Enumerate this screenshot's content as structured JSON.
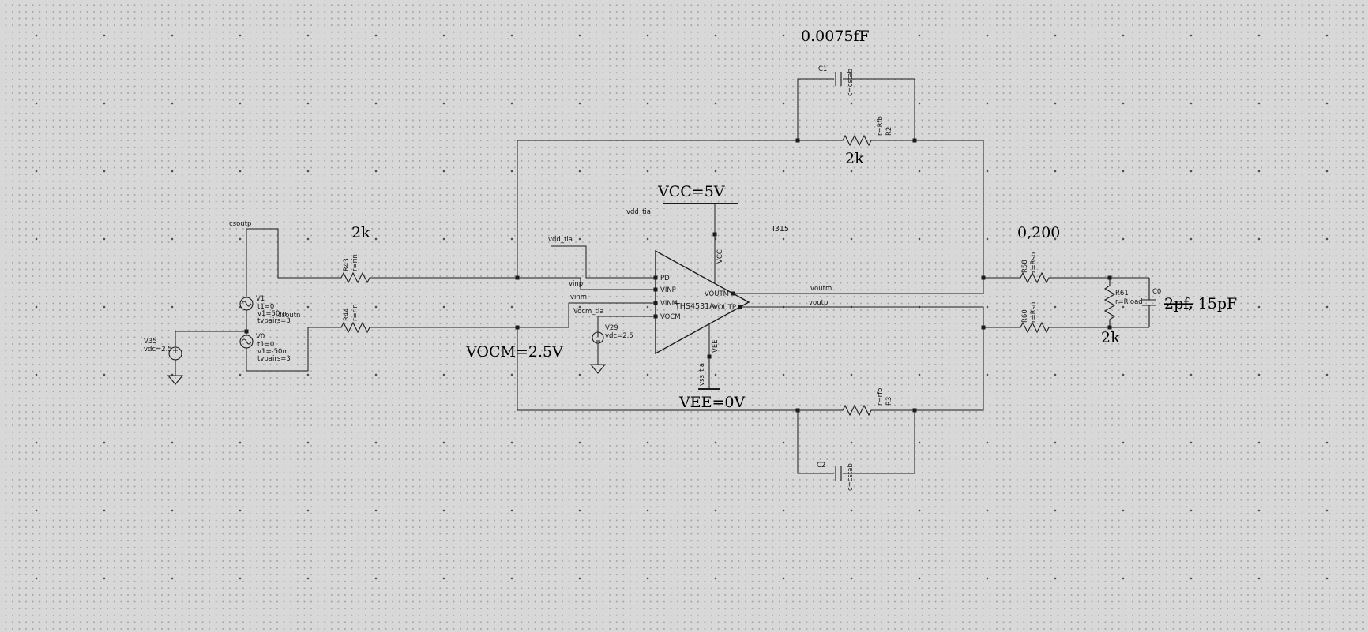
{
  "canvas": {
    "background": "#d8d8d8",
    "wire_color": "#1c1c1c"
  },
  "annotations": {
    "cstab_value": "0.0075fF",
    "rfb_value": "2k",
    "rin_value": "2k",
    "vcc": "VCC=5V",
    "vee": "VEE=0V",
    "vocm": "VOCM=2.5V",
    "rso_value": "0,200",
    "rload_value": "2k",
    "cload_old": "2pf,",
    "cload_new": "15pF"
  },
  "nets": {
    "csoutp": "csoutp",
    "csoutn": "csoutn",
    "vinp": "vinp",
    "vinm": "vinm",
    "voutm": "voutm",
    "voutp": "voutp",
    "vdd_tia_pd": "vdd_tia",
    "vdd_tia_supply": "vdd_tia",
    "vss_tia": "vss_tia",
    "vocm_tia": "Vocm_tia"
  },
  "amplifier": {
    "device": "THS4531A",
    "instance": "I315",
    "pins": {
      "pd": "PD",
      "vinp": "VINP",
      "vinm": "VINM",
      "vocm": "VOCM",
      "voutm": "VOUTM",
      "voutp": "VOUTP",
      "vcc": "VCC",
      "vee": "VEE"
    }
  },
  "sources": {
    "v1": {
      "name": "V1",
      "t1": "t1=0",
      "v1": "v1=50m",
      "tvpairs": "tvpairs=3"
    },
    "v0": {
      "name": "V0",
      "t1": "t1=0",
      "v1": "v1=-50m",
      "tvpairs": "tvpairs=3"
    },
    "v35": {
      "name": "V35",
      "vdc": "vdc=2.5"
    },
    "v29": {
      "name": "V29",
      "vdc": "vdc=2.5"
    }
  },
  "resistors": {
    "r43": {
      "name": "R43",
      "value": "r=rin"
    },
    "r44": {
      "name": "R44",
      "value": "r=rin"
    },
    "r2": {
      "name": "R2",
      "value": "r=Rfb"
    },
    "r3": {
      "name": "R3",
      "value": "r=rfb"
    },
    "r58": {
      "name": "R58",
      "value": "r=Rso"
    },
    "r60": {
      "name": "R60",
      "value": "r=Rso"
    },
    "r61": {
      "name": "R61",
      "value": "r=Rload"
    }
  },
  "capacitors": {
    "c1": {
      "name": "C1",
      "value": "c=cstab"
    },
    "c2": {
      "name": "C2",
      "value": "c=cstab"
    },
    "c0": {
      "name": "C0"
    }
  }
}
